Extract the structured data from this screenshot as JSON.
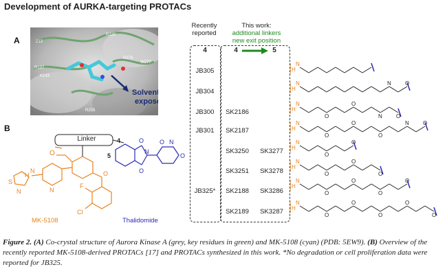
{
  "title": "Development of AURKA-targeting PROTACs",
  "panel_a": {
    "label": "A",
    "solvent_label": "Solvent-\nexposed",
    "residues": [
      "213",
      "R137",
      "R220",
      "W277",
      "R276",
      "R255",
      "K143"
    ]
  },
  "panel_b": {
    "label": "B",
    "linker_label": "Linker",
    "mk_label": "MK-5108",
    "thal_label": "Thalidomide",
    "pos4": "4",
    "pos5": "5",
    "atoms": {
      "O": "O",
      "F": "F",
      "Cl": "Cl",
      "N": "N",
      "H": "H",
      "S": "S"
    }
  },
  "table": {
    "col1_header": "Recently\nreported",
    "col2_header": "This work:",
    "col2_sub1": "additional linkers",
    "col2_sub2": "new exit position",
    "num_col1": "4",
    "num_col2a": "4",
    "num_col2b": "5",
    "rows": [
      {
        "c1": "JB305",
        "c2": "",
        "c3": ""
      },
      {
        "c1": "JB304",
        "c2": "",
        "c3": ""
      },
      {
        "c1": "JB300",
        "c2": "SK2186",
        "c3": ""
      },
      {
        "c1": "JB301",
        "c2": "SK2187",
        "c3": ""
      },
      {
        "c1": "",
        "c2": "SK3250",
        "c3": "SK3277"
      },
      {
        "c1": "",
        "c2": "SK3251",
        "c3": "SK3278"
      },
      {
        "c1": "JB325*",
        "c2": "SK2188",
        "c3": "SK3286"
      },
      {
        "c1": "",
        "c2": "SK2189",
        "c3": "SK3287"
      }
    ]
  },
  "caption": {
    "fig": "Figure 2.",
    "a": "(A)",
    "a_text": " Co-crystal structure of Aurora Kinase A (grey, key residues in green) and MK-5108 (cyan) (PDB: 5EW9). ",
    "b": "(B)",
    "b_text": " Overview of the recently reported MK-5108-derived PROTACs [17] and PROTACs synthesized in this work. *No degradation or cell proliferation data were reported for JB325."
  },
  "colors": {
    "orange": "#e8821e",
    "blue": "#2a2ab0",
    "green": "#1e8b1e"
  }
}
